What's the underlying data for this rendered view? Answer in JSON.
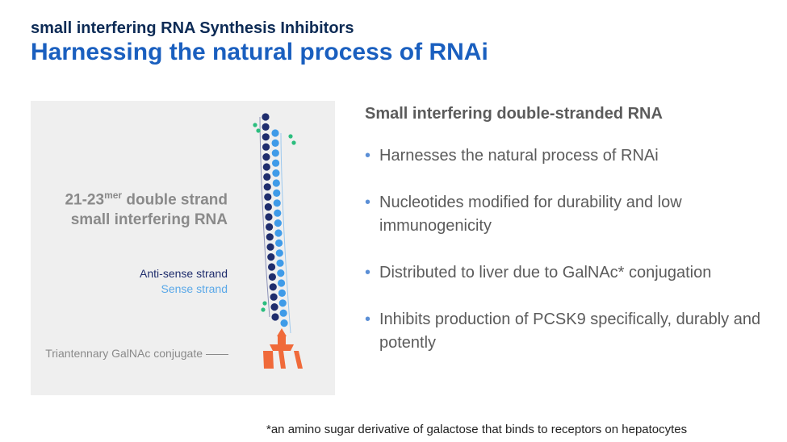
{
  "header": {
    "kicker": "small interfering RNA Synthesis Inhibitors",
    "title": "Harnessing the natural process of RNAi"
  },
  "figure": {
    "main_line1_base": "21-23",
    "main_line1_sup": "mer",
    "main_line1_rest": " double strand",
    "main_line2": "small interfering RNA",
    "antisense_label": "Anti-sense strand",
    "sense_label": "Sense strand",
    "galnac_label": "Triantennary GalNAc conjugate",
    "colors": {
      "antisense": "#1f2d6d",
      "sense": "#3f9be8",
      "modification": "#2bbd7e",
      "galnac": "#f06a3a",
      "background": "#efefef"
    }
  },
  "content": {
    "heading": "Small interfering double-stranded RNA",
    "bullets": [
      "Harnesses the natural process of RNAi",
      "Nucleotides modified for durability and low immunogenicity",
      "Distributed to liver due to GalNAc* conjugation",
      "Inhibits production of PCSK9 specifically, durably and potently"
    ]
  },
  "footnote": "*an amino sugar derivative of galactose that binds to receptors on hepatocytes"
}
